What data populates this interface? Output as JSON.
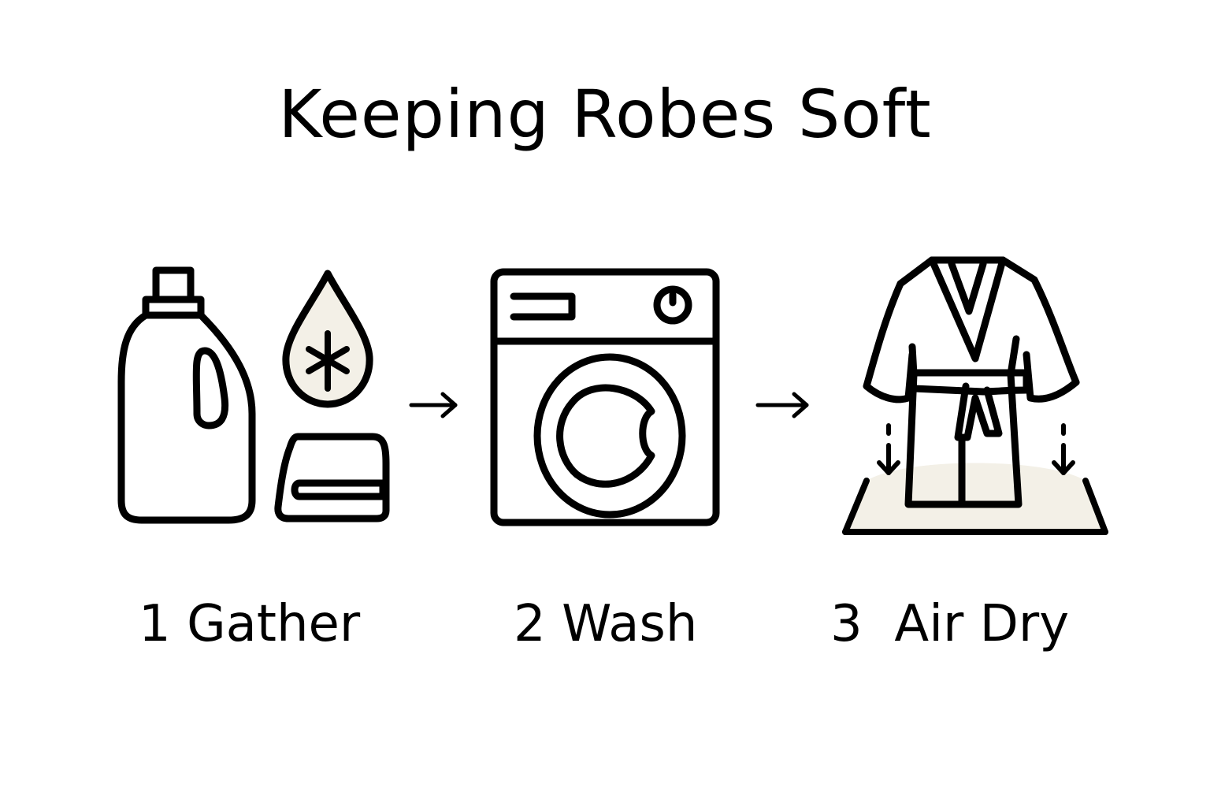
{
  "title": "Keeping Robes Soft",
  "colors": {
    "stroke": "#000000",
    "accent_fill": "#f3f0e7",
    "background": "#ffffff"
  },
  "steps": [
    {
      "number": "1",
      "label": "Gather",
      "icons": [
        "detergent-bottle-icon",
        "softener-drop-icon",
        "folded-towel-icon"
      ]
    },
    {
      "number": "2",
      "label": "Wash",
      "icons": [
        "washing-machine-icon"
      ]
    },
    {
      "number": "3",
      "label": "Air Dry",
      "icons": [
        "bathrobe-icon",
        "drying-rack-icon"
      ]
    }
  ],
  "arrows": [
    "arrow-right-icon",
    "arrow-right-icon"
  ]
}
